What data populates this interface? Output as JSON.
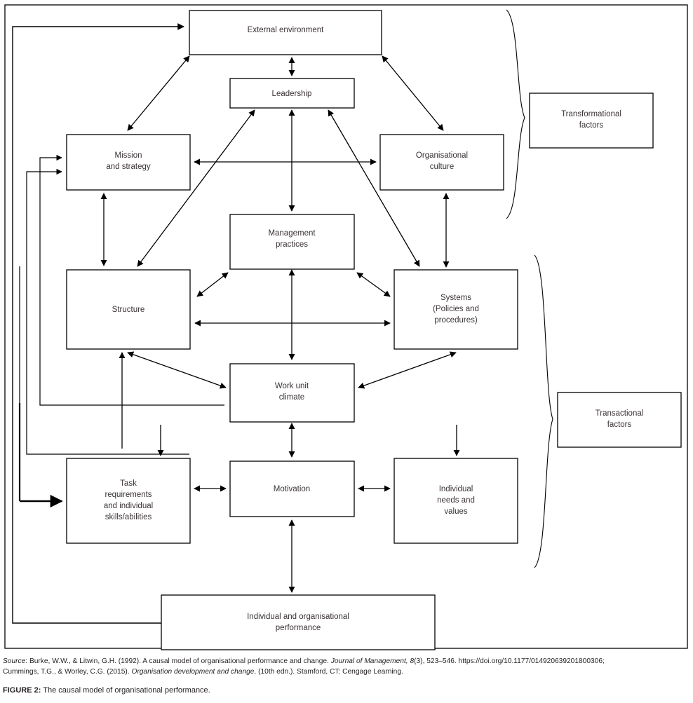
{
  "figure": {
    "label": "FIGURE 2:",
    "caption": "The causal model of organisational performance.",
    "source_prefix": "Source",
    "source_a1": ": Burke, W.W., & Litwin, G.H. (1992). A causal model of organisational performance and change. ",
    "source_a_italic": "Journal of Management, 8",
    "source_a2": "(3), 523–546. https://doi.org/10.1177/014920639201800306;",
    "source_b1": "Cummings, T.G., & Worley, C.G. (2015). ",
    "source_b_italic": "Organisation development and change",
    "source_b2": ". (10th edn.). Stamford, CT: Cengage Learning."
  },
  "nodes": {
    "external_environment": {
      "label": "External environment"
    },
    "leadership": {
      "label": "Leadership"
    },
    "mission_and_strategy": {
      "line1": "Mission",
      "line2": "and strategy"
    },
    "organisational_culture": {
      "line1": "Organisational",
      "line2": "culture"
    },
    "management_practices": {
      "line1": "Management",
      "line2": "practices"
    },
    "structure": {
      "label": "Structure"
    },
    "systems": {
      "line1": "Systems",
      "line2": "(Policies and",
      "line3": "procedures)"
    },
    "work_unit_climate": {
      "line1": "Work unit",
      "line2": "climate"
    },
    "task_requirements": {
      "line1": "Task",
      "line2": "requirements",
      "line3": "and individual",
      "line4": "skills/abilities"
    },
    "motivation": {
      "label": "Motivation"
    },
    "individual_needs": {
      "line1": "Individual",
      "line2": "needs and",
      "line3": "values"
    },
    "performance": {
      "line1": "Individual and organisational",
      "line2": "performance"
    },
    "transformational_factors": {
      "line1": "Transformational",
      "line2": "factors"
    },
    "transactional_factors": {
      "line1": "Transactional",
      "line2": "factors"
    }
  },
  "chart_data": {
    "type": "diagram",
    "title": "The causal model of organisational performance",
    "groups": [
      {
        "name": "Transformational factors",
        "members": [
          "External environment",
          "Leadership",
          "Mission and strategy",
          "Organisational culture"
        ]
      },
      {
        "name": "Transactional factors",
        "members": [
          "Management practices",
          "Structure",
          "Systems (Policies and procedures)",
          "Work unit climate",
          "Task requirements and individual skills/abilities",
          "Motivation",
          "Individual needs and values"
        ]
      }
    ],
    "links": [
      {
        "from": "External environment",
        "to": "Leadership",
        "type": "bidirectional"
      },
      {
        "from": "External environment",
        "to": "Mission and strategy",
        "type": "bidirectional"
      },
      {
        "from": "External environment",
        "to": "Organisational culture",
        "type": "bidirectional"
      },
      {
        "from": "Leadership",
        "to": "Mission and strategy",
        "type": "bidirectional"
      },
      {
        "from": "Leadership",
        "to": "Organisational culture",
        "type": "bidirectional"
      },
      {
        "from": "Leadership",
        "to": "Management practices",
        "type": "bidirectional"
      },
      {
        "from": "Leadership",
        "to": "Structure",
        "type": "bidirectional"
      },
      {
        "from": "Leadership",
        "to": "Systems (Policies and procedures)",
        "type": "bidirectional"
      },
      {
        "from": "Mission and strategy",
        "to": "Organisational culture",
        "type": "bidirectional"
      },
      {
        "from": "Mission and strategy",
        "to": "Structure",
        "type": "bidirectional"
      },
      {
        "from": "Organisational culture",
        "to": "Systems (Policies and procedures)",
        "type": "bidirectional"
      },
      {
        "from": "Structure",
        "to": "Management practices",
        "type": "bidirectional"
      },
      {
        "from": "Structure",
        "to": "Systems (Policies and procedures)",
        "type": "bidirectional"
      },
      {
        "from": "Management practices",
        "to": "Systems (Policies and procedures)",
        "type": "bidirectional"
      },
      {
        "from": "Management practices",
        "to": "Work unit climate",
        "type": "bidirectional"
      },
      {
        "from": "Structure",
        "to": "Work unit climate",
        "type": "bidirectional"
      },
      {
        "from": "Systems (Policies and procedures)",
        "to": "Work unit climate",
        "type": "bidirectional"
      },
      {
        "from": "Work unit climate",
        "to": "Motivation",
        "type": "bidirectional"
      },
      {
        "from": "Work unit climate",
        "to": "Task requirements and individual skills/abilities",
        "type": "bidirectional"
      },
      {
        "from": "Work unit climate",
        "to": "Individual needs and values",
        "type": "bidirectional"
      },
      {
        "from": "Task requirements and individual skills/abilities",
        "to": "Motivation",
        "type": "bidirectional"
      },
      {
        "from": "Motivation",
        "to": "Individual needs and values",
        "type": "bidirectional"
      },
      {
        "from": "Motivation",
        "to": "Individual and organisational performance",
        "type": "bidirectional"
      },
      {
        "from": "Individual and organisational performance",
        "to": "External environment",
        "type": "feedback"
      },
      {
        "from": "Individual and organisational performance",
        "to": "Mission and strategy",
        "type": "feedback"
      },
      {
        "from": "Individual and organisational performance",
        "to": "Task requirements and individual skills/abilities",
        "type": "feedback"
      },
      {
        "from": "Work unit climate",
        "to": "Mission and strategy",
        "type": "feedback"
      }
    ]
  },
  "colors": {
    "stroke": "#000000",
    "text": "#3a3236",
    "background": "#ffffff"
  }
}
